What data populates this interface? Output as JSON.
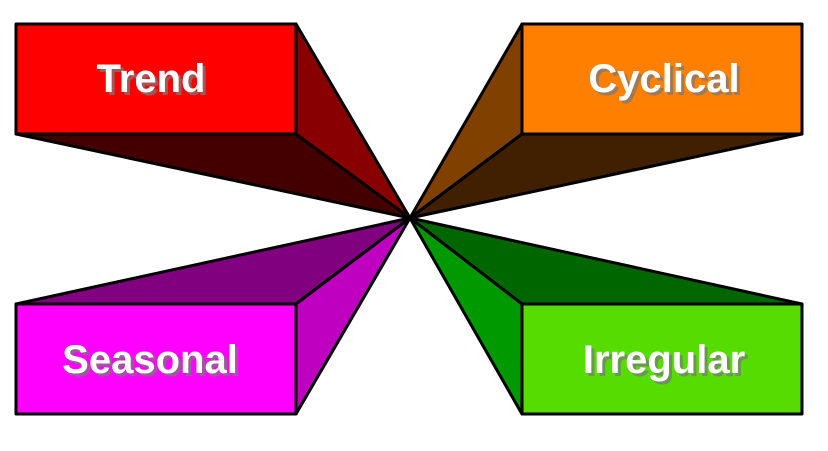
{
  "diagram": {
    "components": [
      {
        "id": "trend",
        "label": "Trend",
        "colors": {
          "front": "#ff0000",
          "side": "#880000",
          "bottom": "#440000"
        }
      },
      {
        "id": "cyclical",
        "label": "Cyclical",
        "colors": {
          "front": "#ff8000",
          "side": "#804000",
          "bottom": "#402000"
        }
      },
      {
        "id": "seasonal",
        "label": "Seasonal",
        "colors": {
          "front": "#ff00ff",
          "side": "#c000c0",
          "bottom": "#800080"
        }
      },
      {
        "id": "irregular",
        "label": "Irregular",
        "colors": {
          "front": "#55dd00",
          "side": "#009900",
          "bottom": "#006600"
        }
      }
    ]
  }
}
